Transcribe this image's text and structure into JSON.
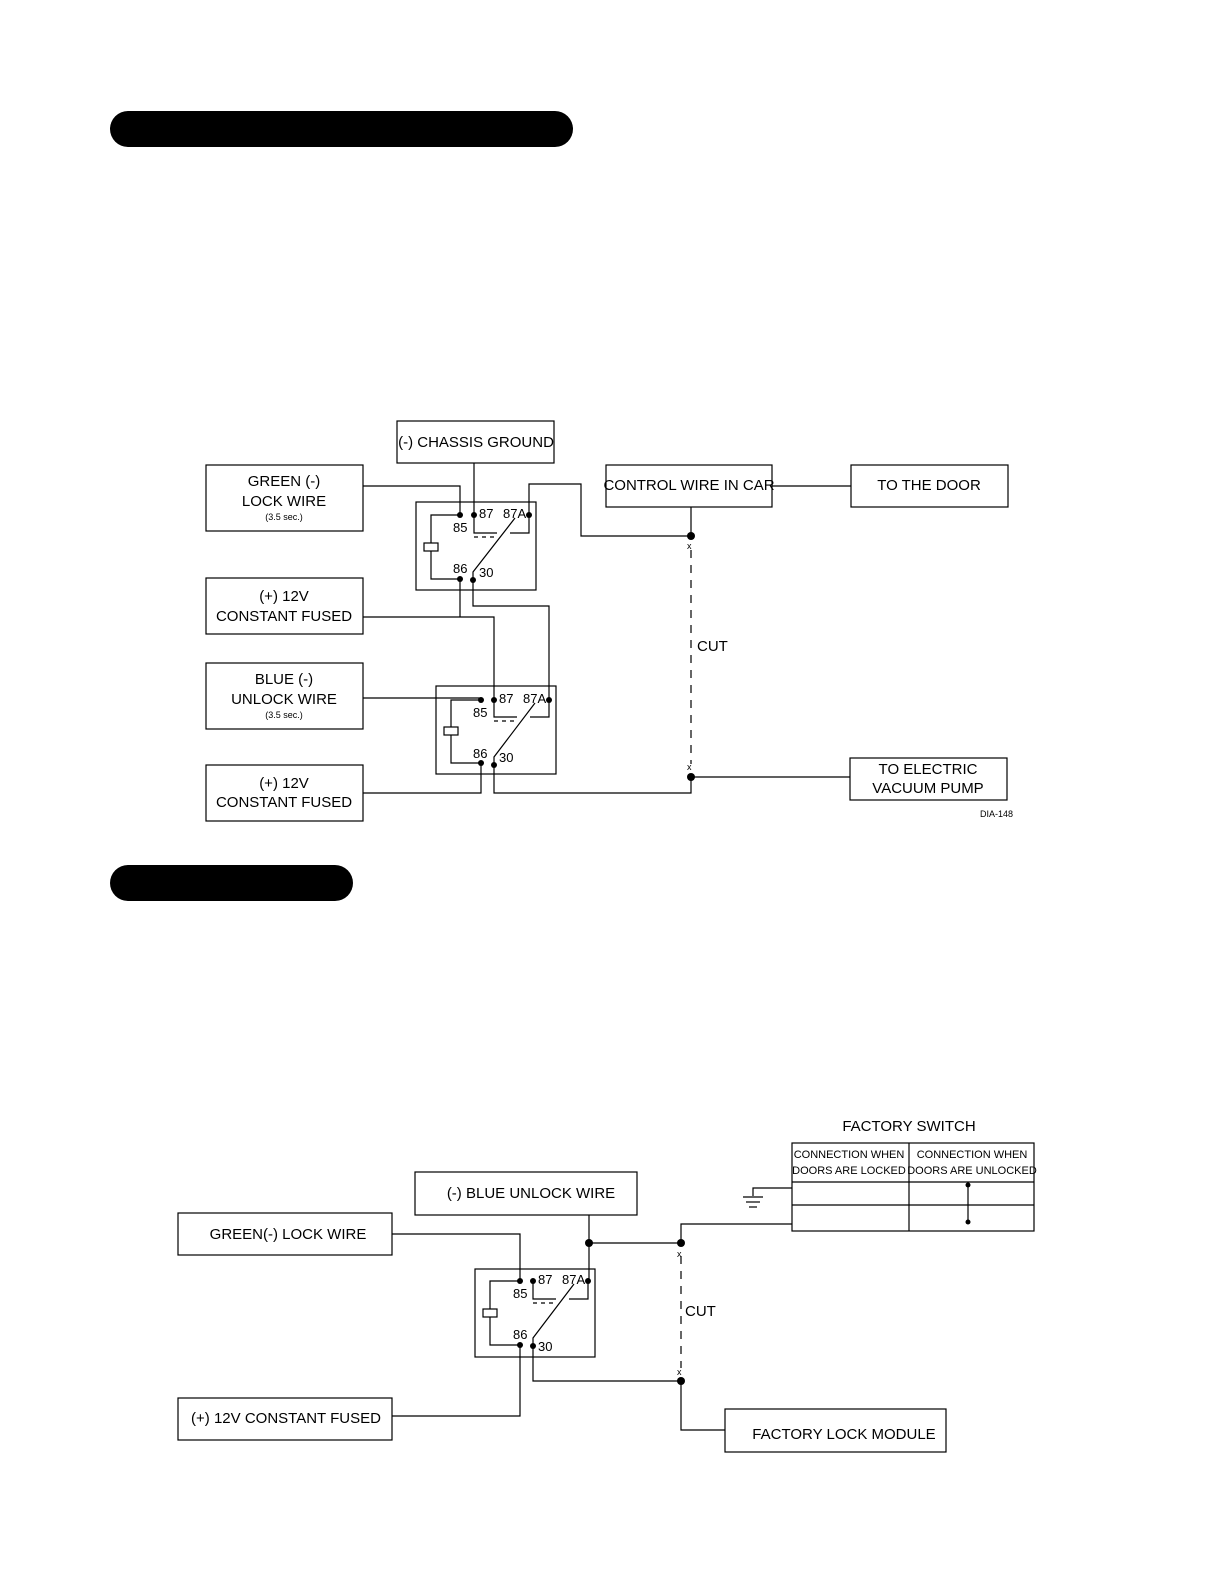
{
  "diagram1": {
    "chassis_ground": "(-) CHASSIS GROUND",
    "green_lock_line1": "GREEN (-)",
    "green_lock_line2": "LOCK WIRE",
    "green_lock_time": "(3.5 sec.)",
    "fused1_line1": "(+) 12V",
    "fused1_line2": "CONSTANT FUSED",
    "blue_unlock_line1": "BLUE (-)",
    "blue_unlock_line2": "UNLOCK WIRE",
    "blue_unlock_time": "(3.5 sec.)",
    "fused2_line1": "(+) 12V",
    "fused2_line2": "CONSTANT FUSED",
    "control_wire": "CONTROL WIRE IN CAR",
    "to_door": "TO THE DOOR",
    "pump_line1": "TO ELECTRIC",
    "pump_line2": "VACUUM PUMP",
    "cut_label": "CUT",
    "cut_mark": "x",
    "diagram_code": "DIA-148"
  },
  "diagram2": {
    "factory_switch_title": "FACTORY SWITCH",
    "locked_line1": "CONNECTION WHEN",
    "locked_line2": "DOORS ARE LOCKED",
    "unlocked_line1": "CONNECTION WHEN",
    "unlocked_line2": "DOORS ARE UNLOCKED",
    "blue_unlock": "(-) BLUE UNLOCK WIRE",
    "green_lock": "GREEN(-) LOCK WIRE",
    "fused": "(+) 12V CONSTANT FUSED",
    "factory_module": "FACTORY LOCK MODULE",
    "cut_label": "CUT",
    "cut_mark": "x"
  },
  "relay_pins": {
    "p85": "85",
    "p86": "86",
    "p87": "87",
    "p87a": "87A",
    "p30": "30"
  }
}
